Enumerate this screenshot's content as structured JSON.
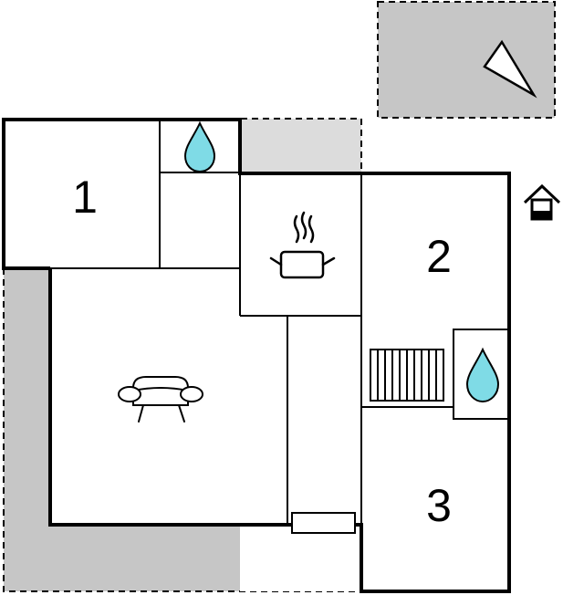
{
  "floorplan": {
    "rooms": [
      {
        "id": "room-1",
        "label": "1"
      },
      {
        "id": "room-2",
        "label": "2"
      },
      {
        "id": "room-3",
        "label": "3"
      }
    ],
    "icons": {
      "compass": "north-arrow-icon",
      "entrance": "entrance-house-icon",
      "bathroom": "water-drop-icon",
      "kitchen": "cooking-pot-icon",
      "living": "sofa-icon",
      "stairs": "staircase-icon",
      "fireplace": "radiator-icon"
    },
    "colors": {
      "terrace": "#c6c6c6",
      "terrace_light": "#dcdcdc",
      "wall": "#000000",
      "water": "#7fdbe6"
    }
  }
}
